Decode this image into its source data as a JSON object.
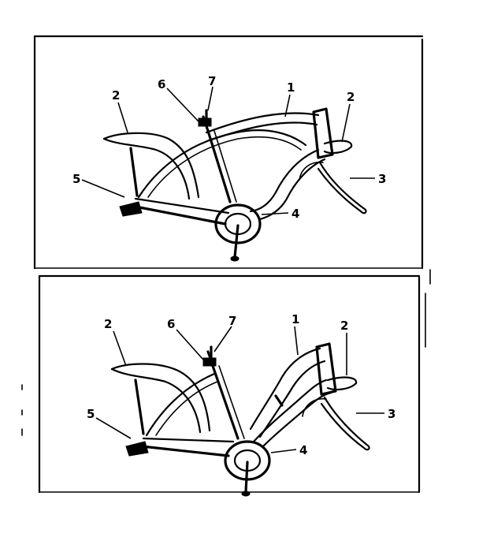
{
  "diagrams": [
    {
      "name": "upper-bicycle-frame",
      "callouts": [
        "1",
        "2",
        "2",
        "3",
        "4",
        "5",
        "6",
        "7"
      ]
    },
    {
      "name": "lower-bicycle-frame",
      "callouts": [
        "1",
        "2",
        "2",
        "3",
        "4",
        "5",
        "6",
        "7"
      ]
    }
  ],
  "colors": {
    "ink": "#000000",
    "paper": "#ffffff"
  }
}
